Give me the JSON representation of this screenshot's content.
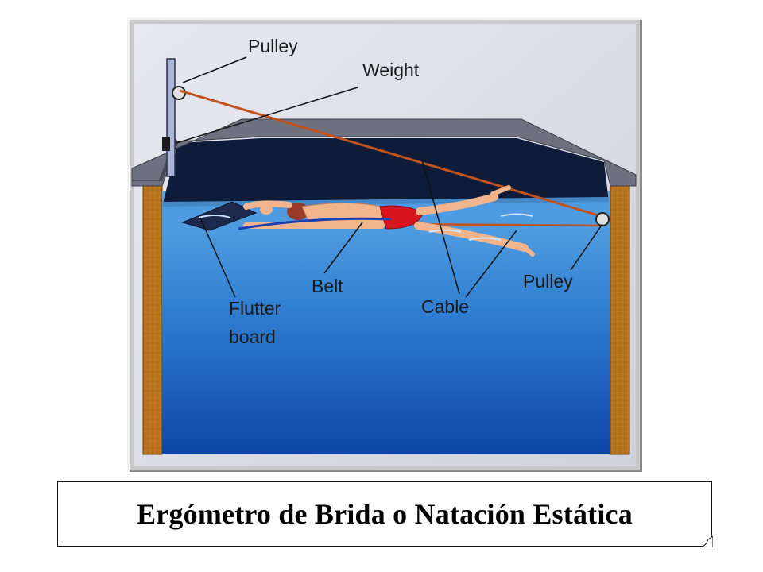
{
  "diagram": {
    "labels": {
      "pulley_top": "Pulley",
      "weight": "Weight",
      "belt": "Belt",
      "flutter_board_line1": "Flutter",
      "flutter_board_line2": "board",
      "cable": "Cable",
      "pulley_right": "Pulley"
    }
  },
  "caption": {
    "text": "Ergómetro de Brida o Natación Estática"
  }
}
